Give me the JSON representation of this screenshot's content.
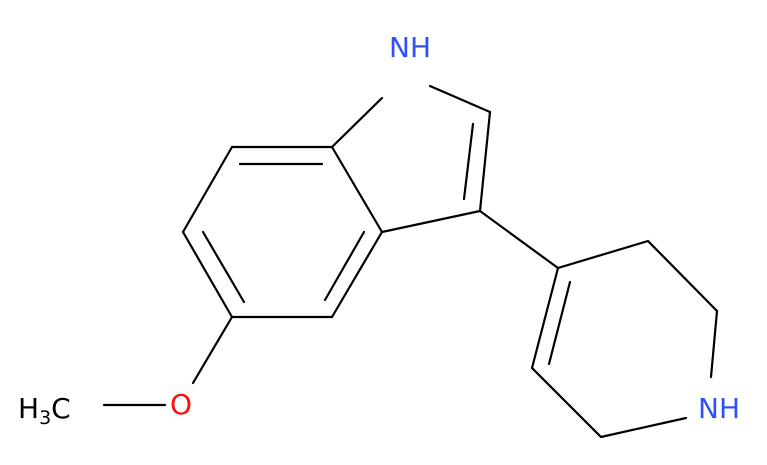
{
  "molecule": {
    "atoms": {
      "indole_nh": "NH",
      "oxygen": "O",
      "methyl_h": "H",
      "methyl_sub": "3",
      "methyl_c": "C",
      "piperidine_nh": "NH"
    },
    "colors": {
      "nitrogen": "#3050f8",
      "oxygen": "#ff0d0d",
      "carbon": "#000000",
      "bond": "#000000"
    }
  }
}
